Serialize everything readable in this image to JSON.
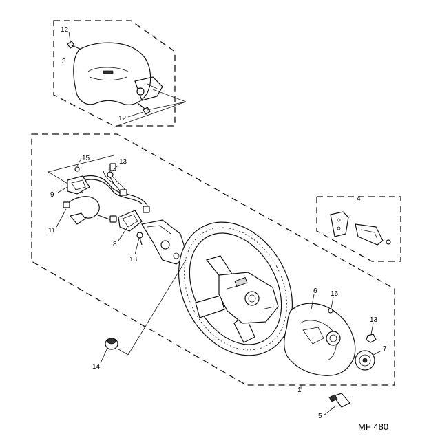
{
  "figure_ref": "MF 480",
  "callouts": {
    "c1": "1",
    "c3": "3",
    "c4": "4",
    "c5": "5",
    "c6": "6",
    "c7": "7",
    "c8": "8",
    "c9": "9",
    "c11": "11",
    "c12a": "12",
    "c12b": "12",
    "c13a": "13",
    "c13b": "13",
    "c13c": "13",
    "c14": "14",
    "c15": "15",
    "c16": "16"
  }
}
